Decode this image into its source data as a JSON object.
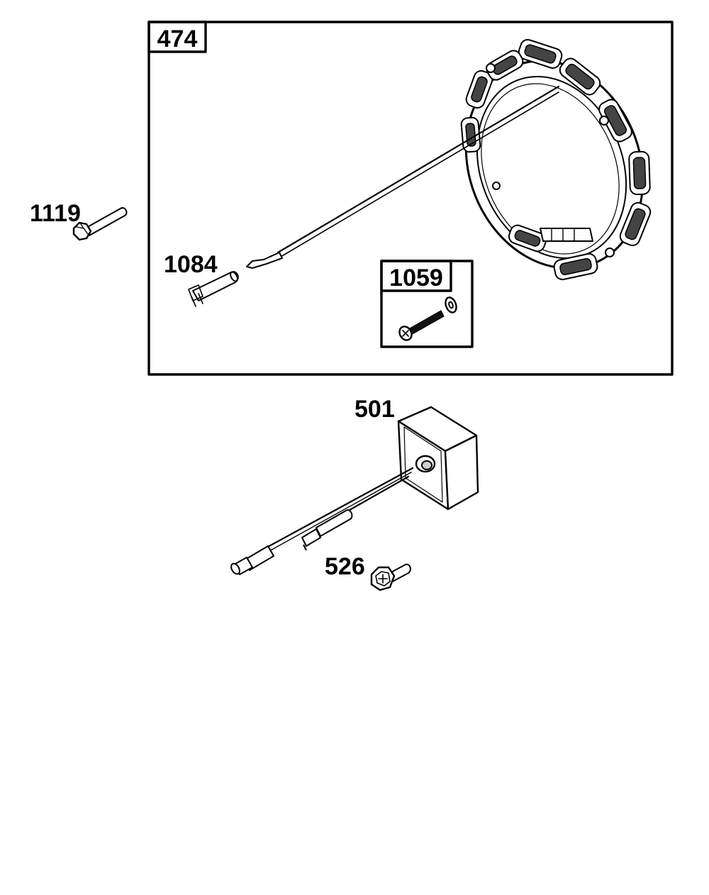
{
  "callouts": {
    "stator": "474",
    "stator_screw_kit": "1059",
    "wire_connector": "1084",
    "stator_bolt": "1119",
    "ignition_module": "501",
    "module_screw": "526"
  },
  "colors": {
    "line": "#000000",
    "background": "#ffffff",
    "shade": "#cfcfcf",
    "coil": "#444444"
  }
}
